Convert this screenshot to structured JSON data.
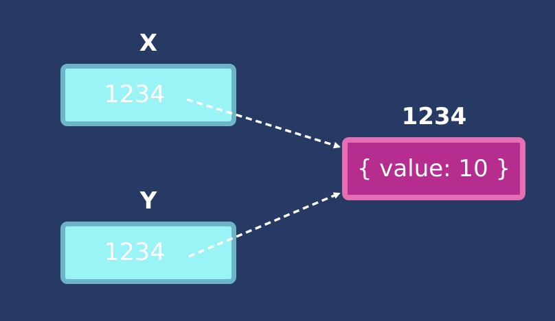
{
  "variables": [
    {
      "name": "X",
      "value": "1234"
    },
    {
      "name": "Y",
      "value": "1234"
    }
  ],
  "object": {
    "address": "1234",
    "content": "{ value: 10 }"
  },
  "colors": {
    "background": "#263a63",
    "variable_fill": "#9af3f5",
    "variable_border": "#6db4c6",
    "object_fill": "#b62d8f",
    "object_border": "#e56fb5",
    "arrow": "#ffffff"
  }
}
